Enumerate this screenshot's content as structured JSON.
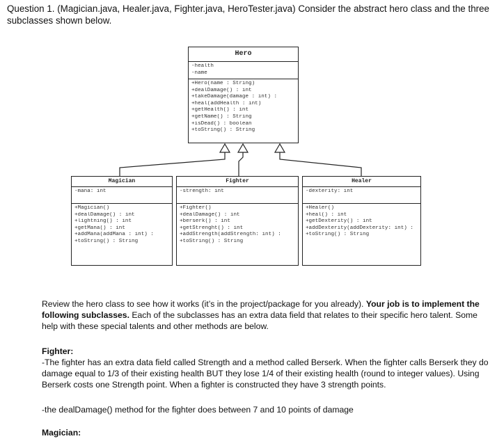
{
  "question": {
    "label": "Question 1.",
    "files": "(Magician.java, Healer.java, Fighter.java, HeroTester.java)",
    "text": "Consider the abstract hero class and the three subclasses shown below."
  },
  "hero": {
    "name": "Hero",
    "fields": [
      "-health",
      "-name"
    ],
    "methods": [
      "+Hero(name : String)",
      "+dealDamage() : int",
      "+takeDamage(damage : int) :",
      "+heal(addHealth : int)",
      "+getHealth() : int",
      "+getName() : String",
      "+isDead() : boolean",
      "+toString() : String"
    ]
  },
  "magician": {
    "name": "Magician",
    "fields": [
      "-mana: int"
    ],
    "methods": [
      "+Magician()",
      "+dealDamage() : int",
      "+lightning() : int",
      "+getMana() : int",
      "+addMana(addMana : int) :",
      "+toString() : String"
    ]
  },
  "fighter": {
    "name": "Fighter",
    "fields": [
      "-strength: int"
    ],
    "methods": [
      "+Fighter()",
      "+dealDamage() : int",
      "+berserk() : int",
      "+getStrenght() : int",
      "+addStrength(addStrength: int) :",
      "+toString() : String"
    ]
  },
  "healer": {
    "name": "Healer",
    "fields": [
      "-dexterity: int"
    ],
    "methods": [
      "+Healer()",
      "+heal() : int",
      "+getDexterity() : int",
      "+addDexterity(addDexterity: int) :",
      "+toString() : String"
    ]
  },
  "review": {
    "intro": "Review the hero class to see how it works (it’s in the project/package for you already).",
    "emphasis": "Your job is to implement the following subclasses.",
    "rest": "Each of the subclasses has an extra data field that relates to their specific hero talent. Some help with these special talents and other methods are below."
  },
  "fighter_section": {
    "heading": "Fighter:",
    "description": "-The fighter has an extra data field called Strength and a method called Berserk. When the fighter calls Berserk they do damage equal to 1/3 of their existing health BUT they lose 1/4 of their existing health (round to integer values). Using Berserk costs one Strength point. When a fighter is constructed they have 3 strength points.",
    "damage_note": "-the dealDamage() method for the fighter does between 7 and 10 points of damage"
  },
  "magician_section": {
    "heading": "Magician:"
  }
}
